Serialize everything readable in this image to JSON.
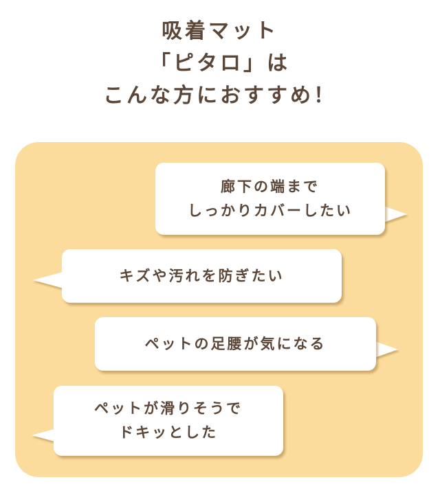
{
  "header": {
    "title_lines": [
      "吸着マット",
      "「ピタロ」は",
      "こんな方におすすめ！"
    ]
  },
  "colors": {
    "panel_background": "#fbdc9c",
    "bubble_background": "#ffffff",
    "text": "#5b4637"
  },
  "bubbles": [
    {
      "lines": [
        "廊下の端まで",
        "しっかりカバーしたい"
      ],
      "tail": "right"
    },
    {
      "lines": [
        "キズや汚れを防ぎたい"
      ],
      "tail": "left"
    },
    {
      "lines": [
        "ペットの足腰が気になる"
      ],
      "tail": "right"
    },
    {
      "lines": [
        "ペットが滑りそうで",
        "ドキッとした"
      ],
      "tail": "left"
    }
  ]
}
